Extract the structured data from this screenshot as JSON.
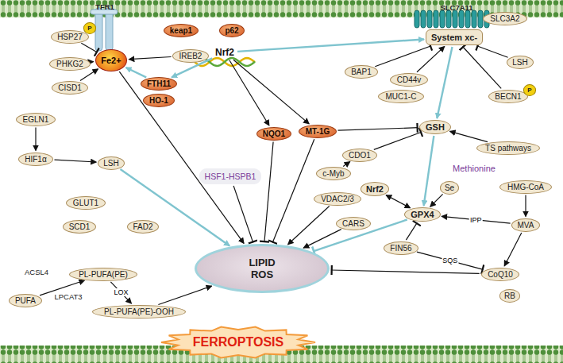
{
  "diagram": {
    "nodes": [
      {
        "text": [
          "Fe2+"
        ]
      },
      {
        "text": [
          "HSP27"
        ]
      },
      {
        "text": [
          "P"
        ]
      },
      {
        "text": [
          "PHKG2"
        ]
      },
      {
        "text": [
          "CISD1"
        ]
      },
      {
        "text": [
          "IREB2"
        ]
      },
      {
        "text": [
          "FTH11"
        ]
      },
      {
        "text": [
          "HO-1"
        ]
      },
      {
        "text": [
          "keap1"
        ]
      },
      {
        "text": [
          "p62"
        ]
      },
      {
        "text": [
          "Nrf2"
        ]
      },
      {
        "text": [
          "BAP1"
        ]
      },
      {
        "text": [
          "SLC3A2"
        ]
      },
      {
        "text": [
          "System xc-"
        ]
      },
      {
        "text": [
          "LSH"
        ]
      },
      {
        "text": [
          "CD44v"
        ]
      },
      {
        "text": [
          "MUC1-C"
        ]
      },
      {
        "text": [
          "BECN1"
        ]
      },
      {
        "text": [
          "P"
        ]
      },
      {
        "text": [
          "MT-1G"
        ]
      },
      {
        "text": [
          "NQO1"
        ]
      },
      {
        "text": [
          "GSH"
        ]
      },
      {
        "text": [
          "TS pathways"
        ]
      },
      {
        "text": [
          "CDO1"
        ]
      },
      {
        "text": [
          "c-Myb"
        ]
      },
      {
        "text": [
          "Nrf2"
        ]
      },
      {
        "text": [
          "Se"
        ]
      },
      {
        "text": [
          "GPX4"
        ]
      },
      {
        "text": [
          "HMG-CoA"
        ]
      },
      {
        "text": [
          "MVA"
        ]
      },
      {
        "text": [
          "FIN56"
        ]
      },
      {
        "text": [
          "CoQ10"
        ]
      },
      {
        "text": [
          "RB"
        ]
      },
      {
        "text": [
          "EGLN1"
        ]
      },
      {
        "text": [
          "HIF1α"
        ]
      },
      {
        "text": [
          "LSH"
        ]
      },
      {
        "text": [
          "GLUT1"
        ]
      },
      {
        "text": [
          "SCD1"
        ]
      },
      {
        "text": [
          "FAD2"
        ]
      },
      {
        "text": [
          "HSF1-HSPB1"
        ]
      },
      {
        "text": [
          "VDAC2/3"
        ]
      },
      {
        "text": [
          "CARS"
        ]
      },
      {
        "text": [
          "PUFA"
        ]
      },
      {
        "text": [
          "PL-PUFA(PE)"
        ]
      },
      {
        "text": [
          "PL-PUFA(PE)-OOH"
        ]
      },
      {
        "text": [
          "LIPID ROS"
        ]
      },
      {
        "text": [
          "FERROPTOSIS"
        ]
      }
    ],
    "edges": [
      {
        "from": 1,
        "to": 0,
        "arrow": "to"
      },
      {
        "from": 3,
        "to": 0,
        "arrow": "to"
      },
      {
        "from": 4,
        "to": 0,
        "arrow": "to"
      },
      {
        "from": 5,
        "to": 0,
        "arrow": "to"
      },
      {
        "from": 6,
        "to": 0,
        "arrow": "to"
      },
      {
        "from": 10,
        "to": 6,
        "arrow": "to"
      },
      {
        "from": 10,
        "to": 20,
        "arrow": "to"
      },
      {
        "from": 10,
        "to": 19,
        "arrow": "to"
      },
      {
        "from": 10,
        "to": 13,
        "arrow": "to"
      },
      {
        "from": 11,
        "to": 13,
        "arrow": "to"
      },
      {
        "from": 15,
        "to": 13,
        "arrow": "to"
      },
      {
        "from": 14,
        "to": 13,
        "arrow": "to"
      },
      {
        "from": 17,
        "to": 13,
        "arrow": "to"
      },
      {
        "from": 13,
        "to": 21,
        "arrow": "to"
      },
      {
        "from": 19,
        "to": 21,
        "arrow": "to"
      },
      {
        "from": 23,
        "to": 21,
        "arrow": "to"
      },
      {
        "from": 24,
        "to": 23,
        "arrow": "to"
      },
      {
        "from": 22,
        "to": 21,
        "arrow": "to"
      },
      {
        "from": 21,
        "to": 27,
        "arrow": "to"
      },
      {
        "from": 25,
        "to": 27,
        "arrow": "both"
      },
      {
        "from": 26,
        "to": 27,
        "arrow": "to"
      },
      {
        "from": 28,
        "to": 29,
        "arrow": "to"
      },
      {
        "from": 29,
        "to": 27,
        "arrow": "to",
        "label": "IPP"
      },
      {
        "from": 29,
        "to": 31,
        "arrow": "to"
      },
      {
        "from": 30,
        "to": 27,
        "arrow": "to"
      },
      {
        "from": 30,
        "to": 31,
        "arrow": "to",
        "label": "SQS"
      },
      {
        "from": 27,
        "to": 45,
        "arrow": "to"
      },
      {
        "from": 31,
        "to": 45,
        "arrow": "to"
      },
      {
        "from": 0,
        "to": 45,
        "arrow": "to"
      },
      {
        "from": 39,
        "to": 45,
        "arrow": "to"
      },
      {
        "from": 20,
        "to": 45,
        "arrow": "to"
      },
      {
        "from": 19,
        "to": 45,
        "arrow": "to"
      },
      {
        "from": 40,
        "to": 45,
        "arrow": "to"
      },
      {
        "from": 33,
        "to": 34,
        "arrow": "to"
      },
      {
        "from": 34,
        "to": 35,
        "arrow": "to"
      },
      {
        "from": 35,
        "to": 45,
        "arrow": "to"
      },
      {
        "from": 42,
        "to": 43,
        "arrow": "to"
      },
      {
        "from": 43,
        "to": 44,
        "arrow": "to",
        "label": "LOX"
      },
      {
        "from": 44,
        "to": 45,
        "arrow": "to"
      },
      {
        "from": 41,
        "to": 45,
        "arrow": "to"
      }
    ],
    "labels": [
      "TFR1",
      "SLC7A11",
      "Methionine",
      "ACSL4",
      "LPCAT3"
    ]
  }
}
